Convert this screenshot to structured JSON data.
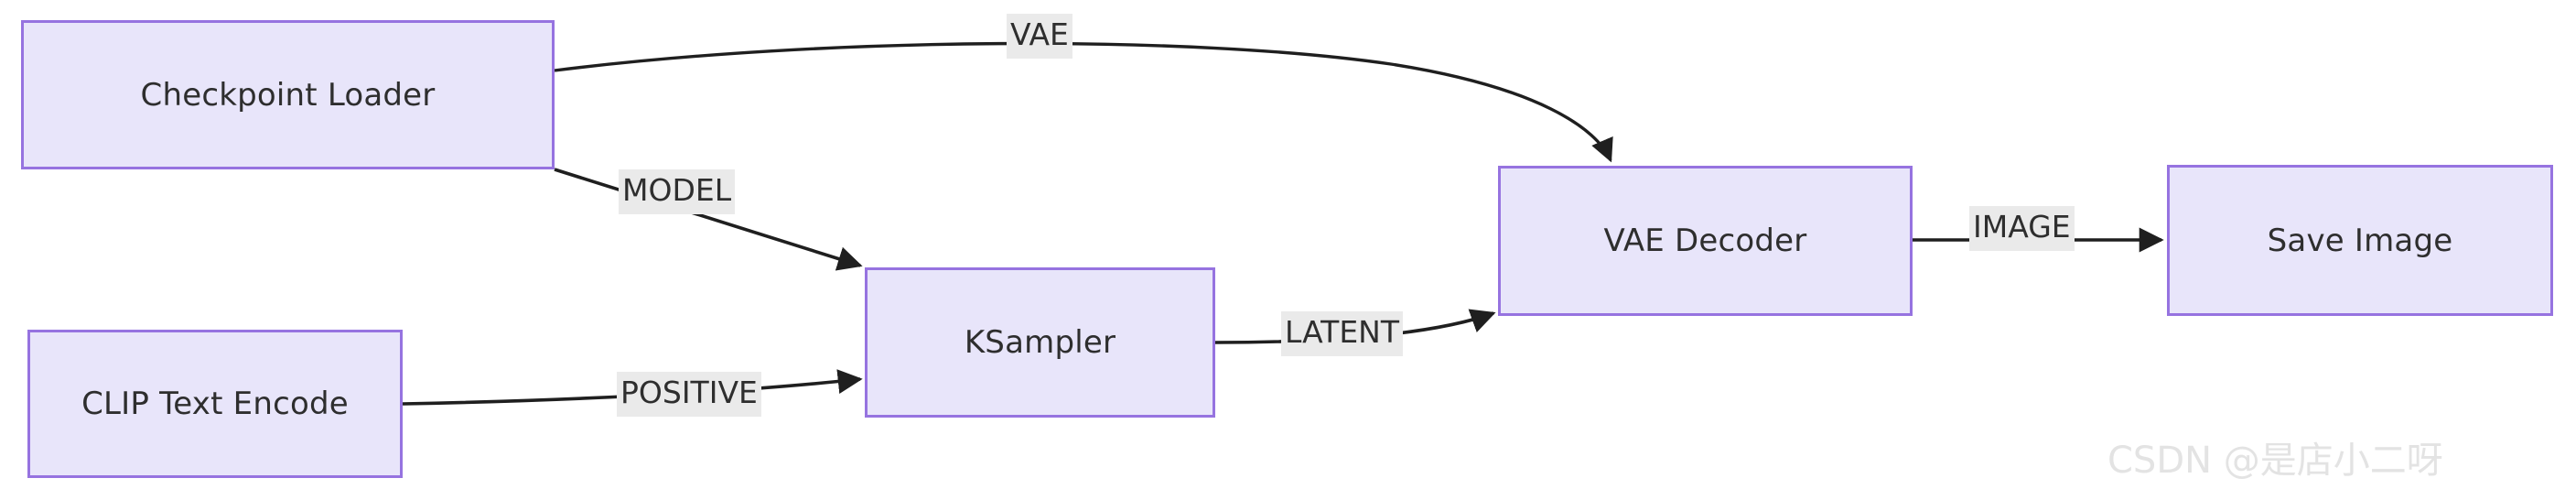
{
  "diagram": {
    "type": "flowchart",
    "direction": "left-to-right",
    "background_color": "#ffffff",
    "node_fill_color": "#e8e5fa",
    "node_border_color": "#9673e0",
    "edge_color": "#1f1f1f",
    "edge_label_background": "#eaeaea",
    "text_color": "#2e2e2e",
    "nodes": [
      {
        "id": "checkpoint_loader",
        "label": "Checkpoint Loader"
      },
      {
        "id": "clip_text_encode",
        "label": "CLIP Text Encode"
      },
      {
        "id": "ksampler",
        "label": "KSampler"
      },
      {
        "id": "vae_decoder",
        "label": "VAE Decoder"
      },
      {
        "id": "save_image",
        "label": "Save Image"
      }
    ],
    "edges": [
      {
        "id": "edge_vae",
        "from": "checkpoint_loader",
        "to": "vae_decoder",
        "label": "VAE"
      },
      {
        "id": "edge_model",
        "from": "checkpoint_loader",
        "to": "ksampler",
        "label": "MODEL"
      },
      {
        "id": "edge_positive",
        "from": "clip_text_encode",
        "to": "ksampler",
        "label": "POSITIVE"
      },
      {
        "id": "edge_latent",
        "from": "ksampler",
        "to": "vae_decoder",
        "label": "LATENT"
      },
      {
        "id": "edge_image",
        "from": "vae_decoder",
        "to": "save_image",
        "label": "IMAGE"
      }
    ]
  },
  "watermark": {
    "text": "CSDN @是店小二呀"
  }
}
